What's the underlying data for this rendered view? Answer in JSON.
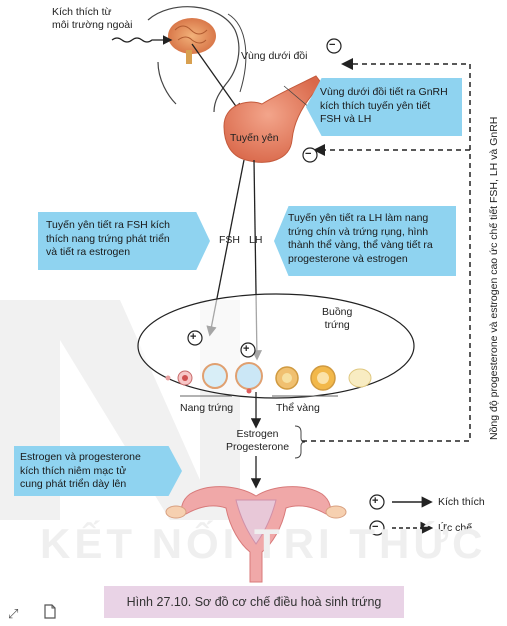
{
  "labels": {
    "stimulus": "Kích thích từ\nmôi trường ngoài",
    "hypothalamus": "Vùng dưới đồi",
    "pituitary": "Tuyến yên",
    "fsh": "FSH",
    "lh": "LH",
    "ovary": "Buồng\ntrứng",
    "follicle": "Nang trứng",
    "corpus_luteum": "Thể vàng",
    "hormones": "Estrogen\nProgesterone",
    "feedback_vertical": "Nồng độ progesterone và estrogen cao ức chế tiết FSH, LH và GnRH"
  },
  "boxes": {
    "hypothalamus_note": "Vùng dưới đồi tiết ra GnRH\nkích thích tuyến yên tiết\nFSH và LH",
    "fsh_note": "Tuyến yên tiết ra FSH kích\nthích nang trứng phát triển\nvà tiết ra estrogen",
    "lh_note": "Tuyến yên tiết ra LH làm nang\ntrứng chín và trứng rụng, hình\nthành thể vàng, thể vàng tiết ra\nprogesterone và estrogen",
    "uterus_note": "Estrogen và progesterone\nkích thích niêm mạc tử\ncung phát triển dày lên"
  },
  "legend": {
    "stimulate": "Kích thích",
    "inhibit": "Ức chế"
  },
  "signs": {
    "plus": "+",
    "minus": "−"
  },
  "caption": "Hình 27.10. Sơ đồ cơ chế điều hoà sinh trứng",
  "watermark": "KẾT NỐI TRI THỨC",
  "icons": [
    "expand-icon",
    "document-icon"
  ],
  "colors": {
    "box": "#8fd3f0",
    "caption": "#e9d3e6",
    "gland": "#e07a55"
  }
}
